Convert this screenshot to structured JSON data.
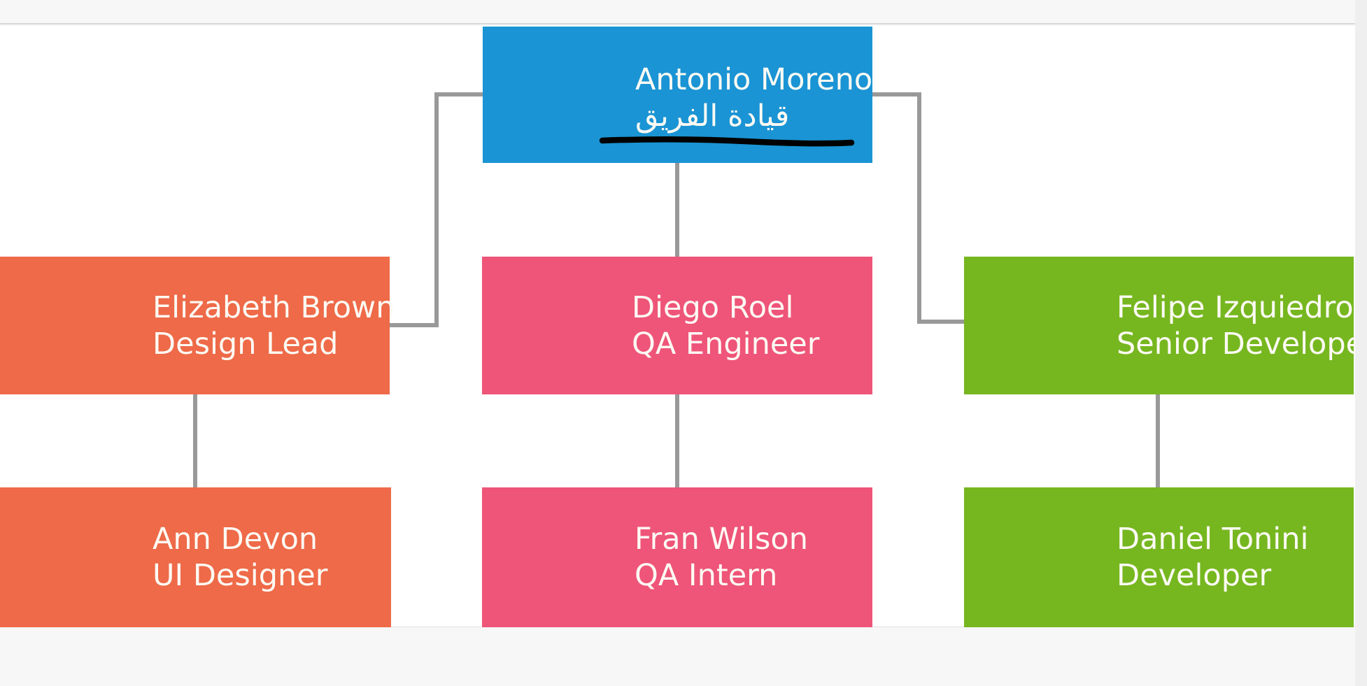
{
  "app": {
    "background_color": "#f7f7f8",
    "canvas_color": "#ffffff",
    "chrome_border_color": "#d9d9d9",
    "scrollbar_track_color": "#efeff0"
  },
  "org_chart": {
    "connector_color": "#999999",
    "annotation": {
      "type": "ink-underline",
      "color": "#000000",
      "under_text": "قيادة الفريق",
      "on_node": "Antonio Moreno"
    },
    "nodes": [
      {
        "name": "Antonio Moreno",
        "title": "قيادة الفريق",
        "color": "#1a94d4"
      },
      {
        "name": "Elizabeth Brown",
        "title": "Design Lead",
        "color": "#ee6a48"
      },
      {
        "name": "Diego Roel",
        "title": "QA Engineer",
        "color": "#ee5578"
      },
      {
        "name": "Felipe Izquiedro",
        "title": "Senior Developer",
        "color": "#76b720"
      },
      {
        "name": "Ann Devon",
        "title": "UI Designer",
        "color": "#ee6a48"
      },
      {
        "name": "Fran Wilson",
        "title": "QA Intern",
        "color": "#ee5578"
      },
      {
        "name": "Daniel Tonini",
        "title": "Developer",
        "color": "#76b720"
      }
    ],
    "edges": [
      {
        "from": "Antonio Moreno",
        "to": "Elizabeth Brown"
      },
      {
        "from": "Antonio Moreno",
        "to": "Diego Roel"
      },
      {
        "from": "Antonio Moreno",
        "to": "Felipe Izquiedro"
      },
      {
        "from": "Elizabeth Brown",
        "to": "Ann Devon"
      },
      {
        "from": "Diego Roel",
        "to": "Fran Wilson"
      },
      {
        "from": "Felipe Izquiedro",
        "to": "Daniel Tonini"
      }
    ]
  }
}
